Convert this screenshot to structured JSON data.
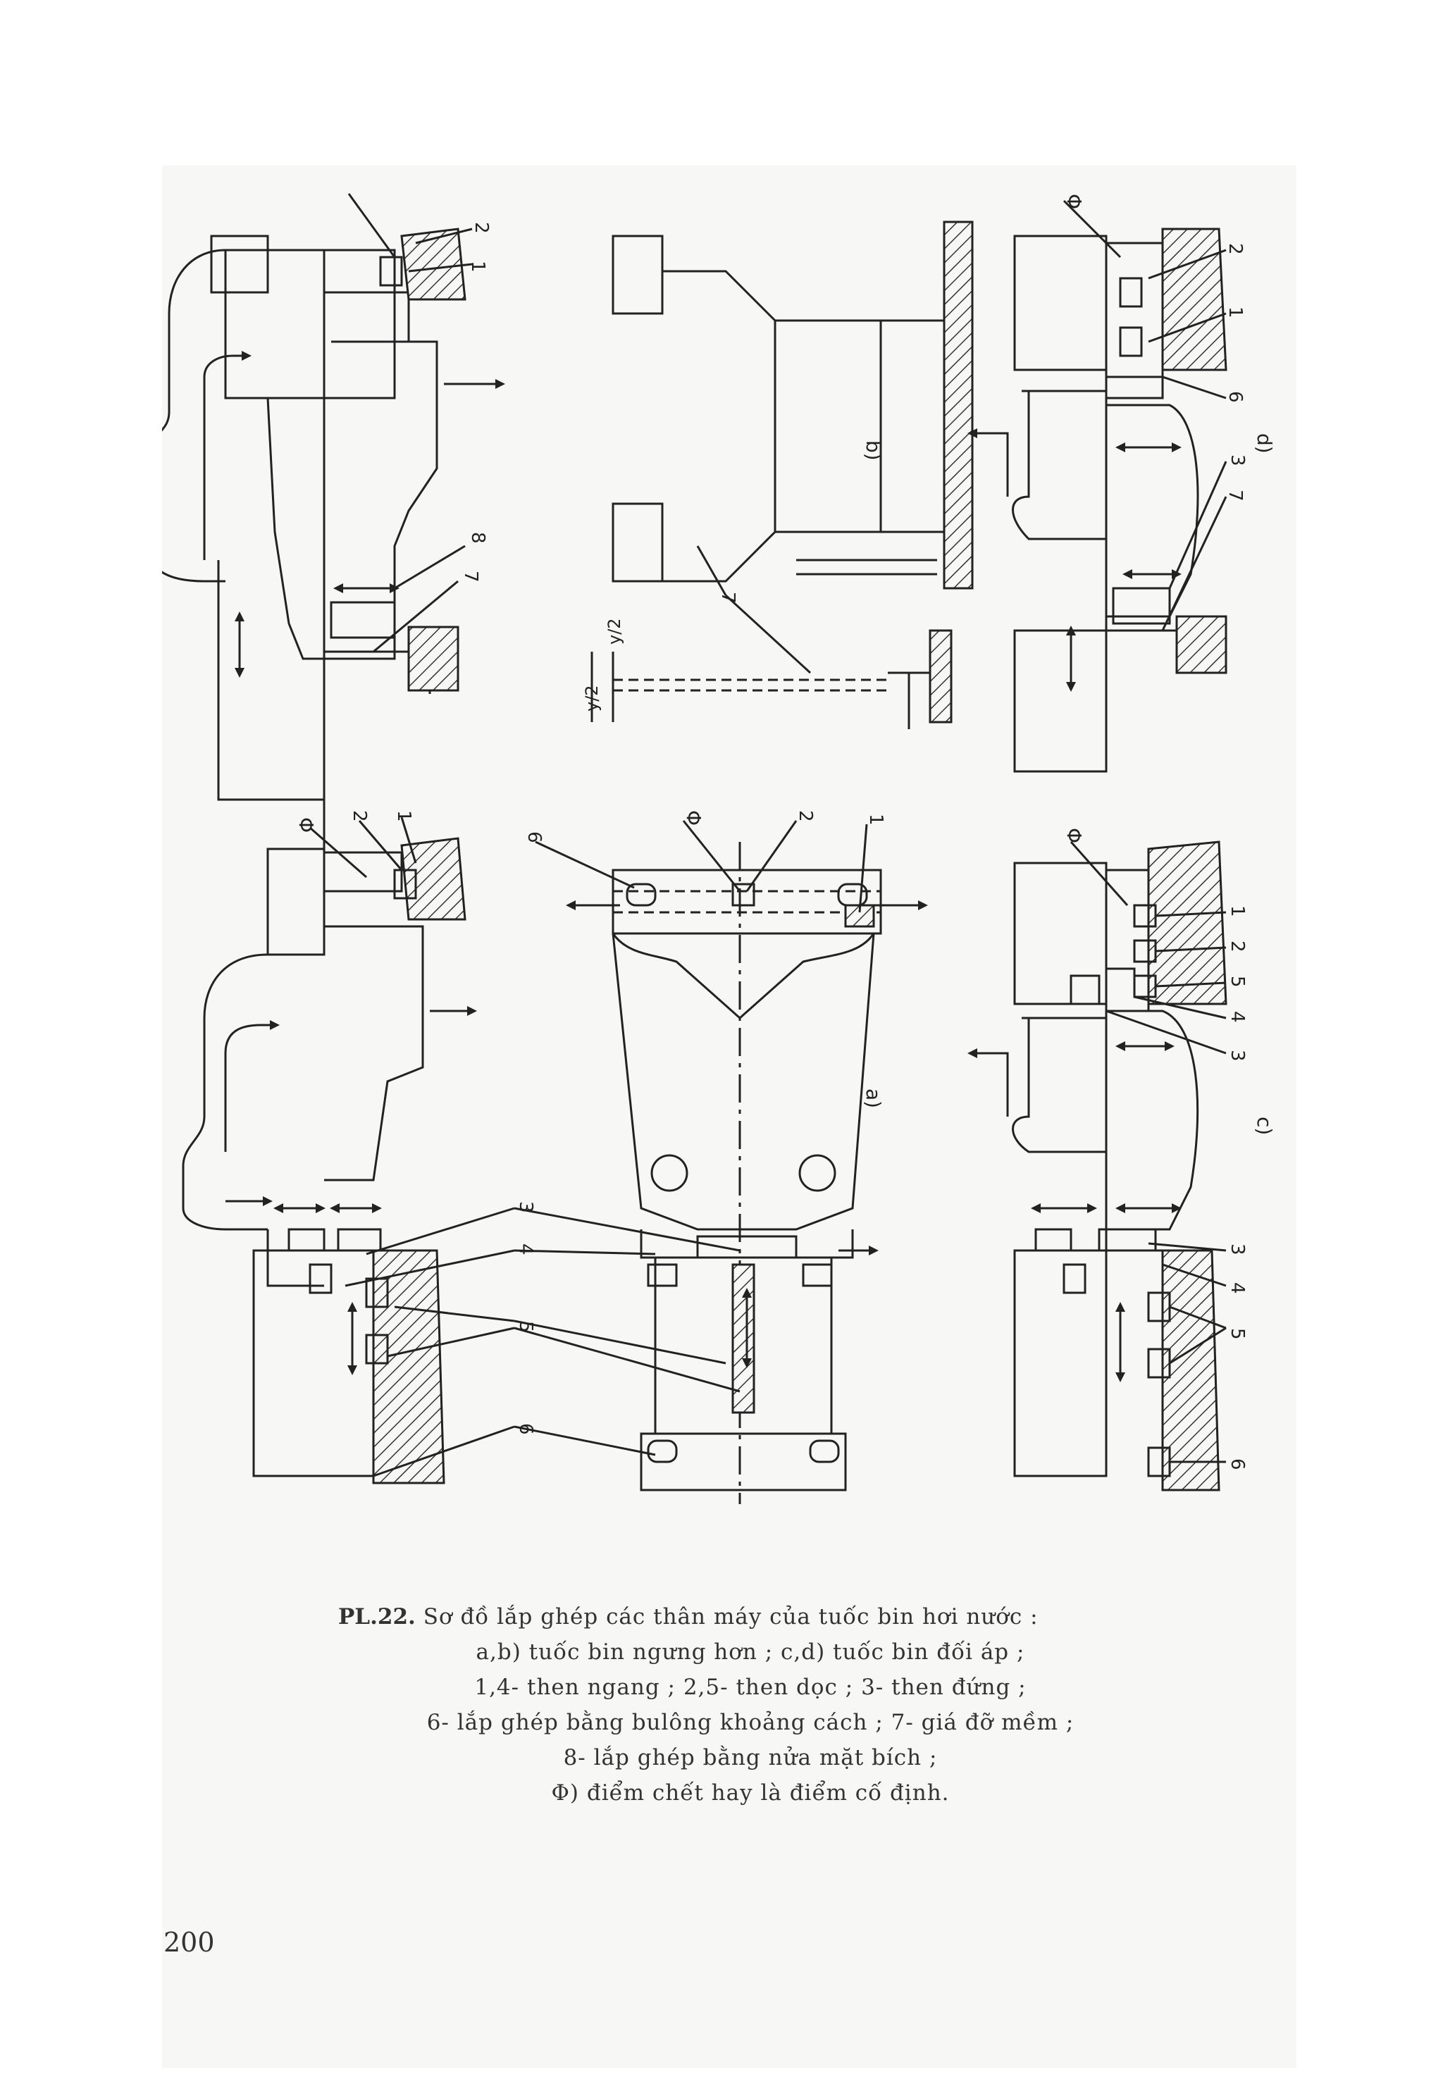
{
  "figure": {
    "panel_labels": [
      "a)",
      "b)",
      "c)",
      "d)"
    ],
    "callouts": {
      "fixed_point": "Φ",
      "n1": "1",
      "n2": "2",
      "n3": "3",
      "n4": "4",
      "n5": "5",
      "n6": "6",
      "n7": "7",
      "n8": "8",
      "half_y": "y/2"
    }
  },
  "caption": {
    "number": "PL.22.",
    "title": "Sơ đồ lắp ghép các thân máy của tuốc bin hơi nước :",
    "lines": [
      "a,b) tuốc bin ngưng hơn ; c,d) tuốc bin đối áp ;",
      "1,4- then ngang ; 2,5- then dọc ; 3- then đứng ;",
      "6- lắp ghép bằng bulông khoảng cách ; 7- giá đỡ mềm ;",
      "8- lắp ghép bằng nửa mặt bích ;",
      "Φ) điểm chết hay là điểm cố định."
    ]
  },
  "page_number": "200"
}
